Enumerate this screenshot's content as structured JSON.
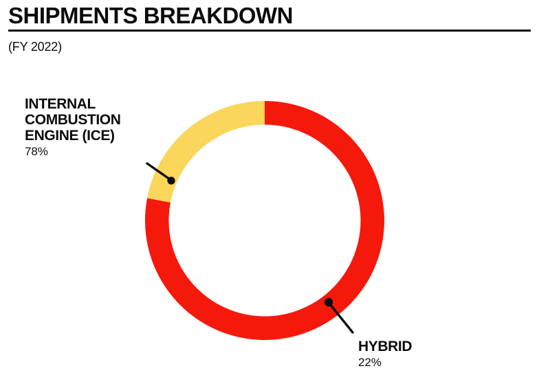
{
  "header": {
    "title": "SHIPMENTS BREAKDOWN",
    "subtitle": "(FY 2022)"
  },
  "chart_data": {
    "type": "pie",
    "variant": "donut",
    "title": "SHIPMENTS BREAKDOWN",
    "subtitle": "(FY 2022)",
    "categories": [
      "INTERNAL COMBUSTION ENGINE (ICE)",
      "HYBRID"
    ],
    "values": [
      78,
      22
    ],
    "value_labels": [
      "78%",
      "22%"
    ],
    "unit": "%",
    "total": 100,
    "colors": [
      "#F5190B",
      "#FAD65B"
    ],
    "start_angle_deg": 0,
    "direction": "clockwise",
    "legend": "callout-labels",
    "grid": false,
    "slices": [
      {
        "label_line_1": "INTERNAL",
        "label_line_2": "COMBUSTION",
        "label_line_3": "ENGINE (ICE)",
        "name": "INTERNAL COMBUSTION ENGINE (ICE)",
        "value": 78,
        "value_label": "78%",
        "color": "#F5190B",
        "sweep_deg": 280.8
      },
      {
        "label_line_1": "HYBRID",
        "label_line_2": "",
        "label_line_3": "",
        "name": "HYBRID",
        "value": 22,
        "value_label": "22%",
        "color": "#FAD65B",
        "sweep_deg": 79.2
      }
    ]
  },
  "labels": {
    "ice": {
      "line1": "INTERNAL",
      "line2": "COMBUSTION",
      "line3": "ENGINE (ICE)",
      "value": "78%"
    },
    "hybrid": {
      "line1": "HYBRID",
      "value": "22%"
    }
  },
  "style": {
    "background": "#FFFFFF",
    "ink": "#0B0B0B",
    "ice_color": "#F5190B",
    "hybrid_color": "#FAD65B"
  }
}
